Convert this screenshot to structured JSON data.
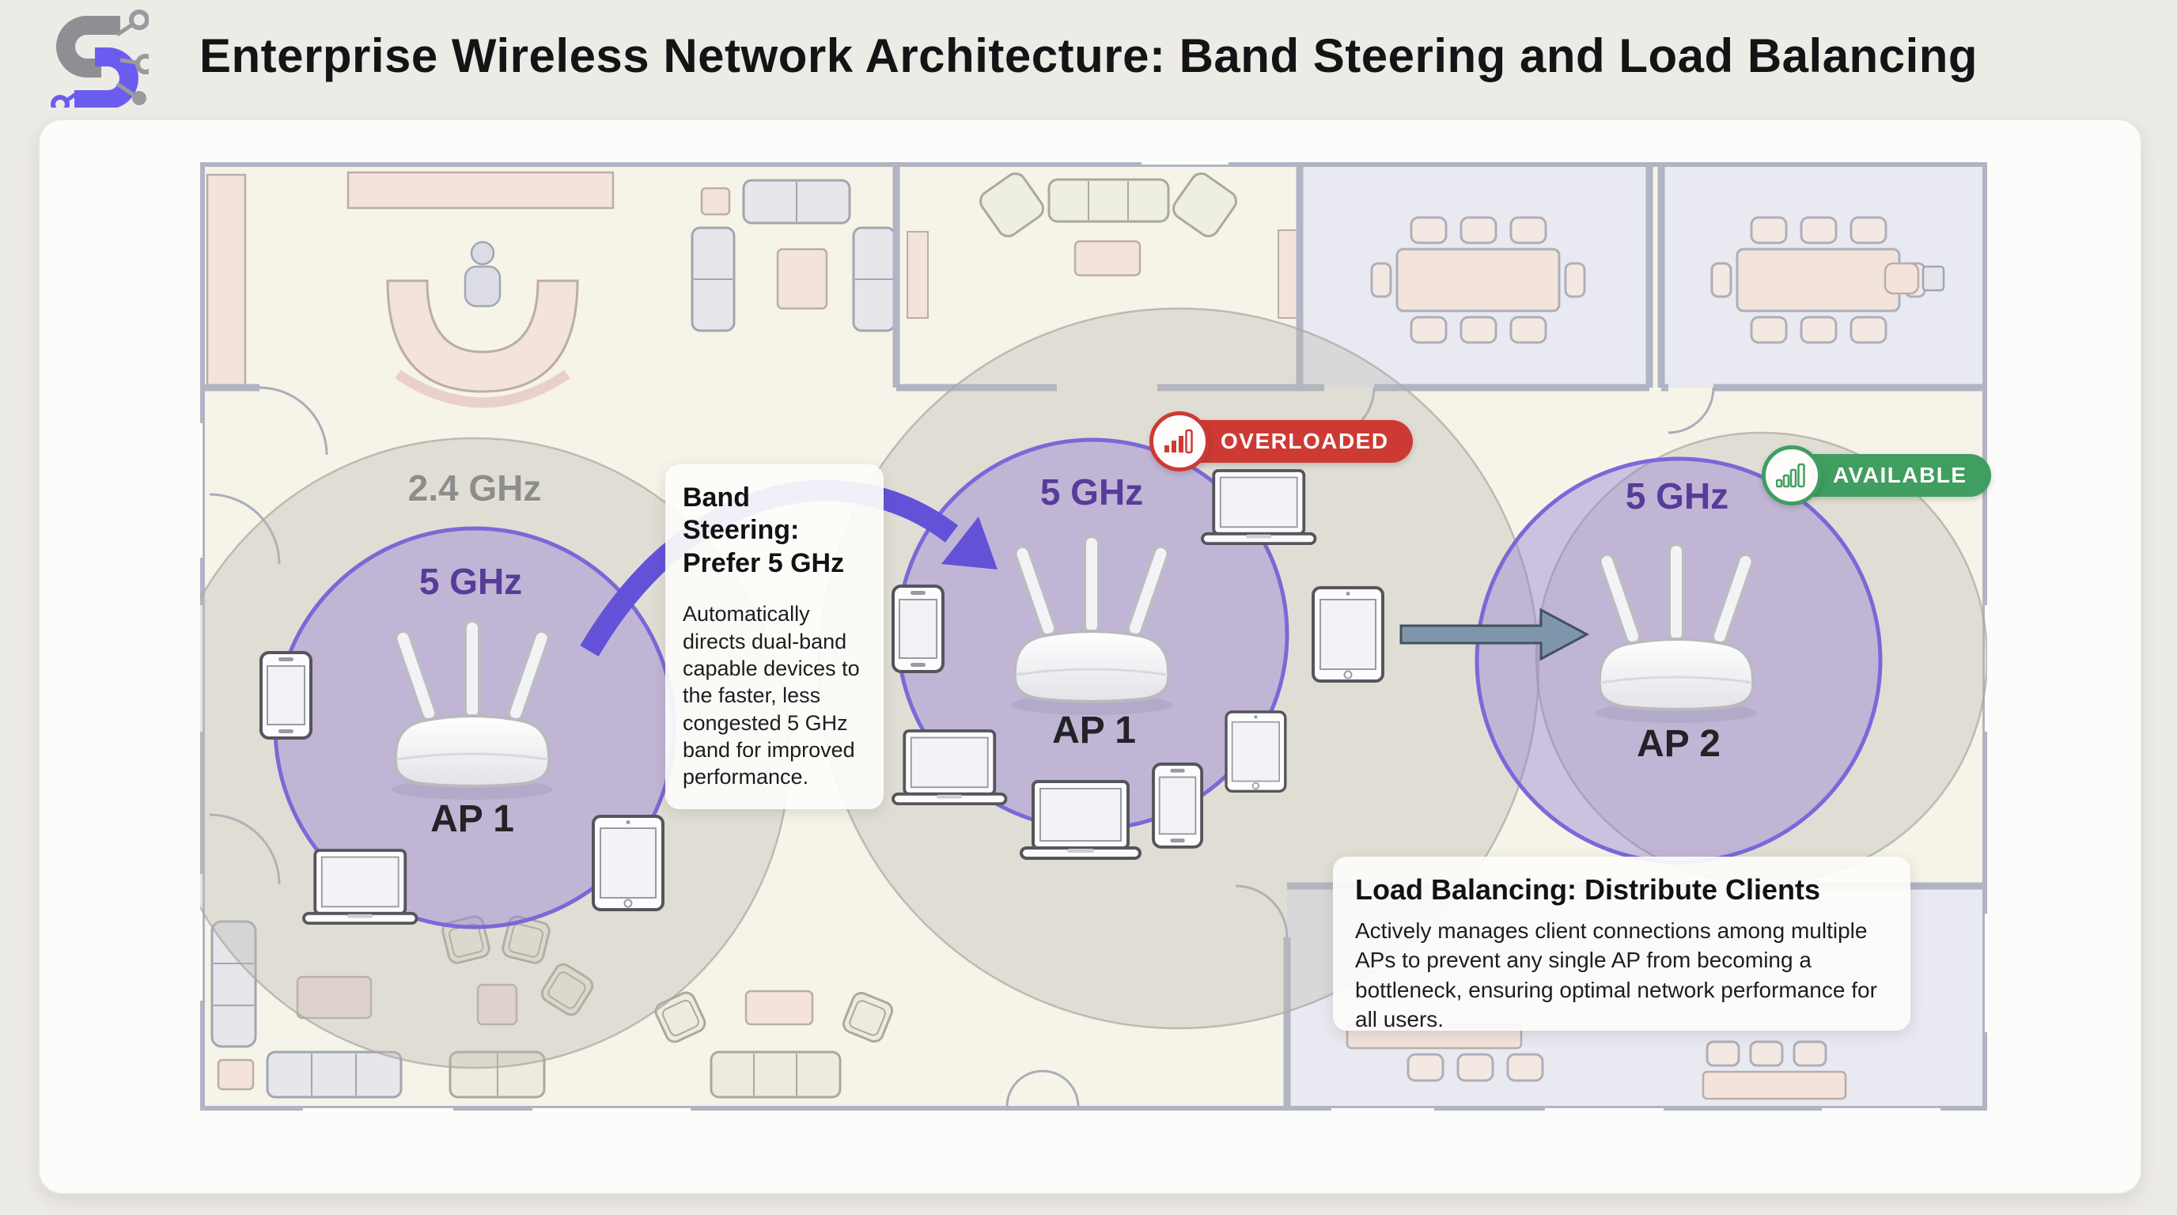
{
  "header": {
    "title": "Enterprise Wireless Network Architecture: Band Steering and Load Balancing",
    "logo": "network-s-logo"
  },
  "diagram": {
    "zones": [
      {
        "id": "ap1-dual-band-coverage",
        "outer_band": "2.4 GHz",
        "inner_band": "5 GHz",
        "ap_name": "AP 1"
      },
      {
        "id": "ap1-congested-coverage",
        "inner_band": "5 GHz",
        "ap_name": "AP 1",
        "status": {
          "label": "OVERLOADED",
          "color": "#cd3a33",
          "icon": "signal-bars-icon"
        }
      },
      {
        "id": "ap2-coverage",
        "inner_band": "5 GHz",
        "ap_name": "AP 2",
        "status": {
          "label": "AVAILABLE",
          "color": "#3f9e60",
          "icon": "signal-bars-icon"
        }
      }
    ],
    "callouts": {
      "band_steering": {
        "title": "Band Steering: Prefer 5 GHz",
        "body": "Automatically directs dual-band capable devices to the faster, less congested 5 GHz band for improved performance."
      },
      "load_balancing": {
        "title": "Load Balancing: Distribute Clients",
        "body": "Actively manages client connections among multiple APs to prevent any single AP from becoming a bottleneck, ensuring optimal network performance for all users."
      }
    },
    "colors": {
      "coverage_5ghz_fill": "#8e78d4",
      "coverage_5ghz_stroke": "#7b68d8",
      "coverage_24ghz_fill": "#bdbbb2",
      "overloaded_red": "#cd3a33",
      "available_green": "#3f9e60",
      "band_steering_arrow": "#6352d8",
      "load_balancing_arrow": "#7e95ab",
      "floor_cream": "#f6f4e8",
      "room_lavender": "#e9e9f1"
    }
  }
}
